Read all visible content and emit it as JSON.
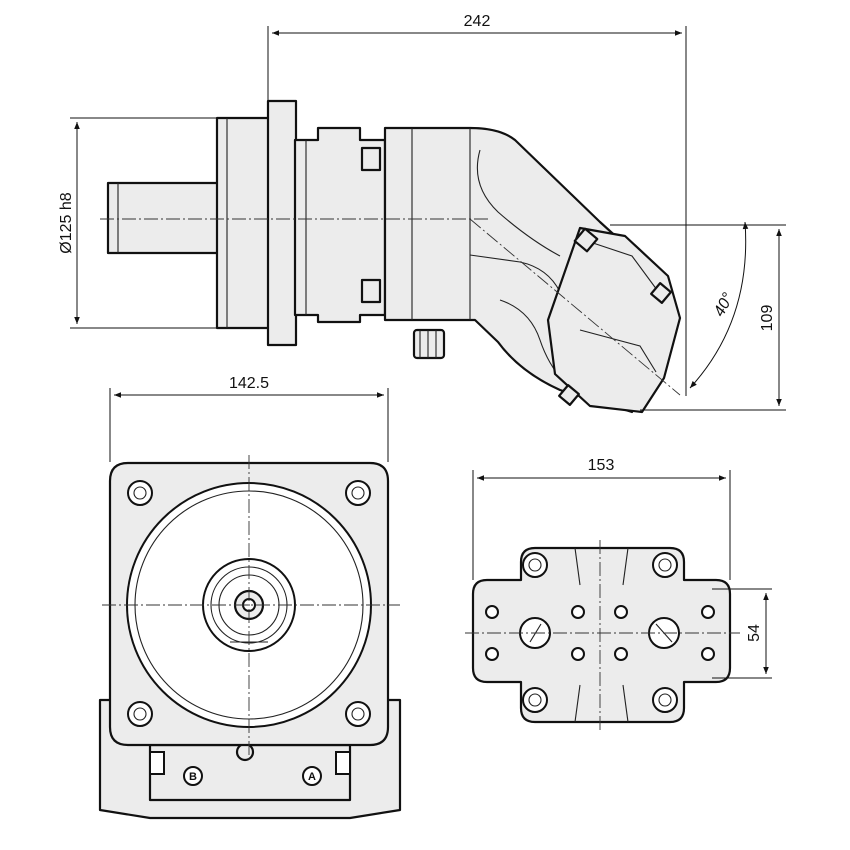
{
  "dimensions": {
    "overall_length": "242",
    "flange_diameter": "Ø125 h8",
    "angle": "40°",
    "height": "109",
    "flange_width": "142.5",
    "port_plate_width": "153",
    "port_spacing": "54"
  },
  "port_labels": {
    "port_b": "B",
    "port_a": "A"
  }
}
